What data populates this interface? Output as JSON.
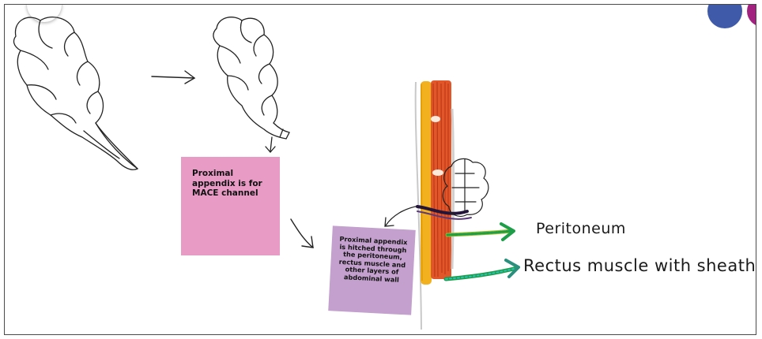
{
  "notes": {
    "pink_note": "Proximal appendix is for MACE channel",
    "purple_note": "Proximal appendix is hitched through the peritoneum, rectus muscle and other layers of abdominal wall"
  },
  "labels": {
    "peritoneum": "Peritoneum",
    "rectus": "Rectus muscle with sheath"
  },
  "ui": {
    "avatar_icon": "user-avatar-icon",
    "corner_button_icon": "back-icon"
  },
  "colors": {
    "pink_note": "#e89bc4",
    "purple_note": "#c3a0cd",
    "muscle": "#e2572a",
    "fat": "#f2b11e",
    "green_arrow": "#1f9e4a",
    "avatar_blue": "#3f5aa9",
    "avatar_magenta": "#a2227f"
  }
}
